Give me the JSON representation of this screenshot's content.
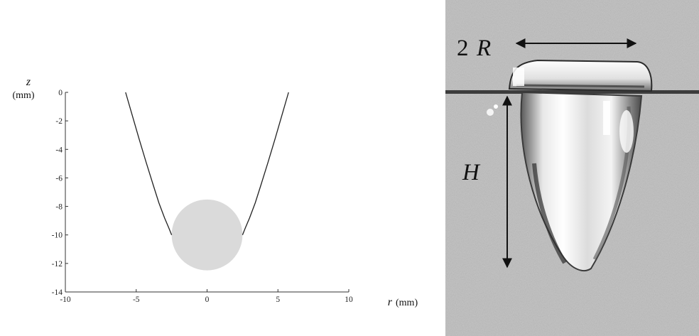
{
  "chart_data": {
    "type": "line",
    "xlim": [
      -10,
      10
    ],
    "ylim": [
      -14,
      0
    ],
    "x_ticks": [
      -10,
      -5,
      0,
      5,
      10
    ],
    "y_ticks": [
      0,
      -2,
      -4,
      -6,
      -8,
      -10,
      -12,
      -14
    ],
    "xlabel_var": "r",
    "xlabel_unit": "(mm)",
    "ylabel_var": "z",
    "ylabel_unit": "(mm)",
    "grid": false,
    "series": [
      {
        "x": [
          -5.75,
          -5.3,
          -4.8,
          -4.3,
          -3.8,
          -3.4,
          -3.0,
          -2.7,
          -2.5
        ],
        "y": [
          0,
          -1.55,
          -3.25,
          -4.9,
          -6.5,
          -7.75,
          -8.8,
          -9.5,
          -10.0
        ]
      },
      {
        "x": [
          2.5,
          2.7,
          3.0,
          3.4,
          3.8,
          4.3,
          4.8,
          5.3,
          5.75
        ],
        "y": [
          -10.0,
          -9.5,
          -8.8,
          -7.75,
          -6.5,
          -4.9,
          -3.25,
          -1.55,
          0
        ]
      }
    ],
    "sphere": {
      "center_r": 0,
      "center_z": -10.0,
      "radius": 2.5,
      "color": "#dadada"
    }
  },
  "photo": {
    "width_label_num": "2",
    "width_label_var": "R",
    "height_label": "H",
    "background": "#bdbdbd"
  }
}
